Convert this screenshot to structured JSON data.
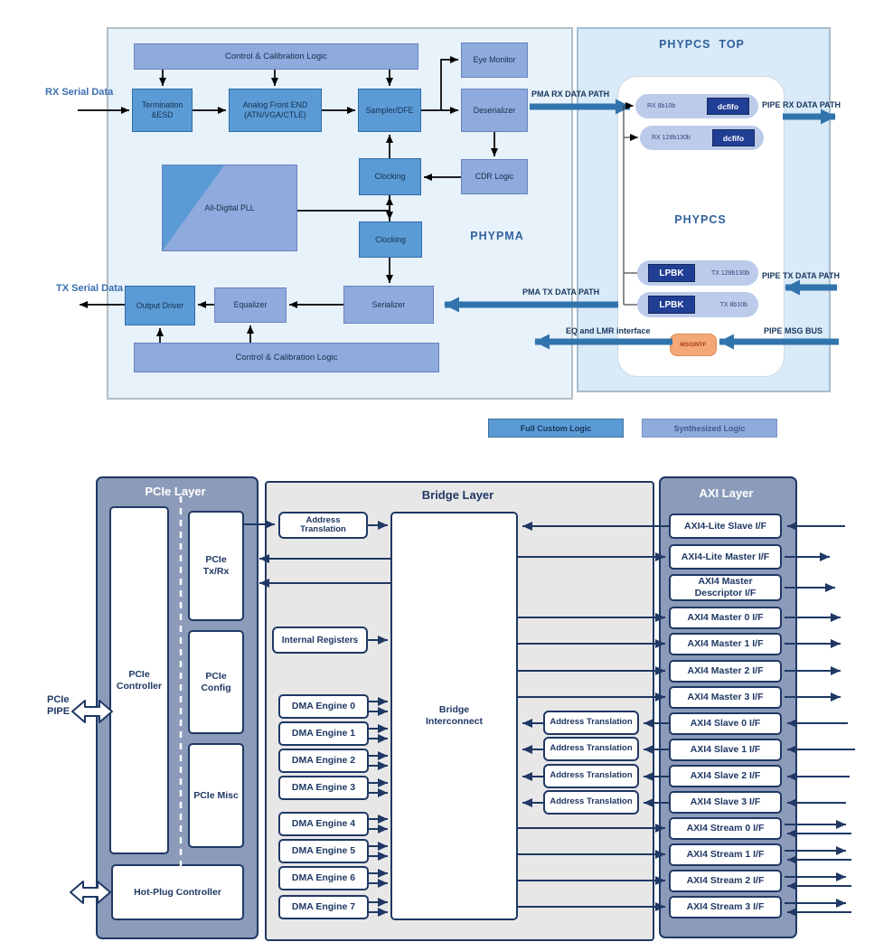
{
  "phy": {
    "pma": {
      "title": "PHYPMA",
      "rx_label": "RX Serial Data",
      "tx_label": "TX Serial Data",
      "ctrl_top": "Control & Calibration Logic",
      "eye": "Eye Monitor",
      "term": "Termination &ESD",
      "afe": "Analog Front END (ATN/VGA/CTLE)",
      "sampler": "Sampler/DFE",
      "deser": "Deserializer",
      "clocking1": "Clocking",
      "cdr": "CDR Logic",
      "adpll": "All-Digital PLL",
      "clocking2": "Clocking",
      "outdrv": "Output Driver",
      "eq": "Equalizer",
      "ser": "Serializer",
      "ctrl_bot": "Control & Calibration Logic"
    },
    "pcs": {
      "title": "PHYPCS  TOP",
      "inner_title": "PHYPCS",
      "rx1": "RX 8b10b",
      "rx1_tag": "dcfifo",
      "rx2": "RX 128b130b",
      "rx2_tag": "dcfifo",
      "tx1_tag": "LPBK",
      "tx1": "TX 128b130b",
      "tx2_tag": "LPBK",
      "tx2": "TX 8b10b",
      "msgintf": "MSGINTF"
    },
    "paths": {
      "pma_rx": "PMA RX DATA PATH",
      "pipe_rx": "PIPE RX DATA PATH",
      "pma_tx": "PMA TX DATA PATH",
      "pipe_tx": "PIPE TX DATA PATH",
      "eq_lmr": "EQ and LMR interface",
      "pipe_msg": "PIPE MSG BUS"
    },
    "legend": {
      "custom": "Full Custom Logic",
      "synth": "Synthesized Logic"
    }
  },
  "soc": {
    "pcie": {
      "title": "PCIe Layer",
      "pipe_label_1": "PCIe",
      "pipe_label_2": "PIPE",
      "controller": "PCIe Controller",
      "txrx": "PCIe Tx/Rx",
      "config": "PCIe Config",
      "misc": "PCIe Misc",
      "hotplug": "Hot-Plug Controller"
    },
    "bridge": {
      "title": "Bridge Layer",
      "addr_top": "Address Translation",
      "internal_regs": "Internal Registers",
      "interconnect": "Bridge Interconnect",
      "dma": [
        "DMA Engine 0",
        "DMA Engine 1",
        "DMA Engine 2",
        "DMA Engine 3",
        "DMA Engine 4",
        "DMA Engine 5",
        "DMA Engine 6",
        "DMA Engine 7"
      ],
      "addr_right": [
        "Address Translation",
        "Address Translation",
        "Address Translation",
        "Address Translation"
      ]
    },
    "axi": {
      "title": "AXI Layer",
      "interfaces": [
        "AXI4-Lite Slave I/F",
        "AXI4-Lite Master I/F",
        "AXI4 Master Descriptor I/F",
        "AXI4 Master 0 I/F",
        "AXI4 Master 1 I/F",
        "AXI4 Master 2 I/F",
        "AXI4 Master 3 I/F",
        "AXI4 Slave 0 I/F",
        "AXI4 Slave 1 I/F",
        "AXI4 Slave 2 I/F",
        "AXI4 Slave 3 I/F",
        "AXI4 Stream 0 I/F",
        "AXI4 Stream 1 I/F",
        "AXI4 Stream 2 I/F",
        "AXI4 Stream 3 I/F"
      ]
    }
  },
  "colors": {
    "full_custom": "#5b9bd5",
    "synthesized": "#8faadc",
    "path_arrow": "#3173ad",
    "navy": "#1f3864",
    "layer_fill": "#8c9bb9",
    "msgintf_fill": "#f3a876"
  }
}
